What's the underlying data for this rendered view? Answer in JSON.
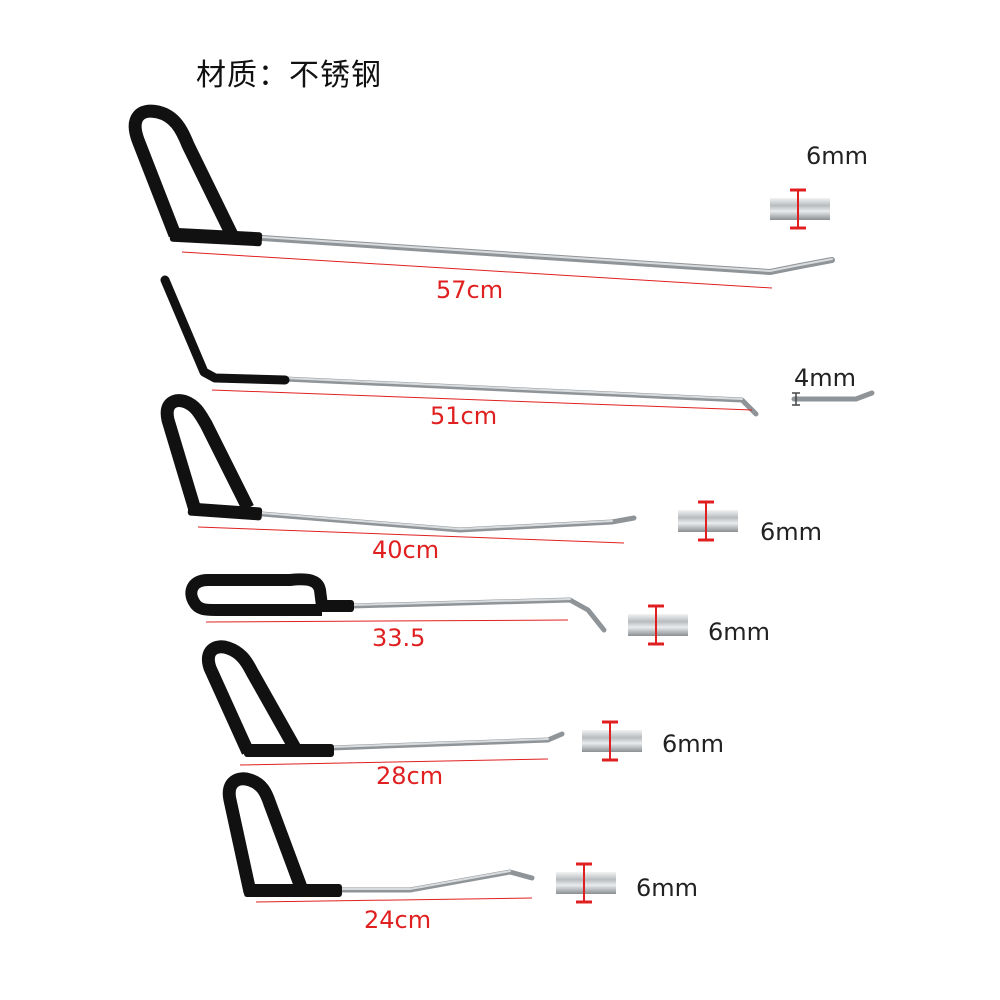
{
  "material_label": "材质：不锈钢",
  "tools": [
    {
      "length": "57cm",
      "diameter": "6mm"
    },
    {
      "length": "51cm",
      "diameter": "4mm"
    },
    {
      "length": "40cm",
      "diameter": "6mm"
    },
    {
      "length": "33.5",
      "diameter": "6mm"
    },
    {
      "length": "28cm",
      "diameter": "6mm"
    },
    {
      "length": "24cm",
      "diameter": "6mm"
    }
  ],
  "colors": {
    "handle": "#111111",
    "rod": "#a9aeb2",
    "measure": "#e02020",
    "text": "#222222"
  }
}
